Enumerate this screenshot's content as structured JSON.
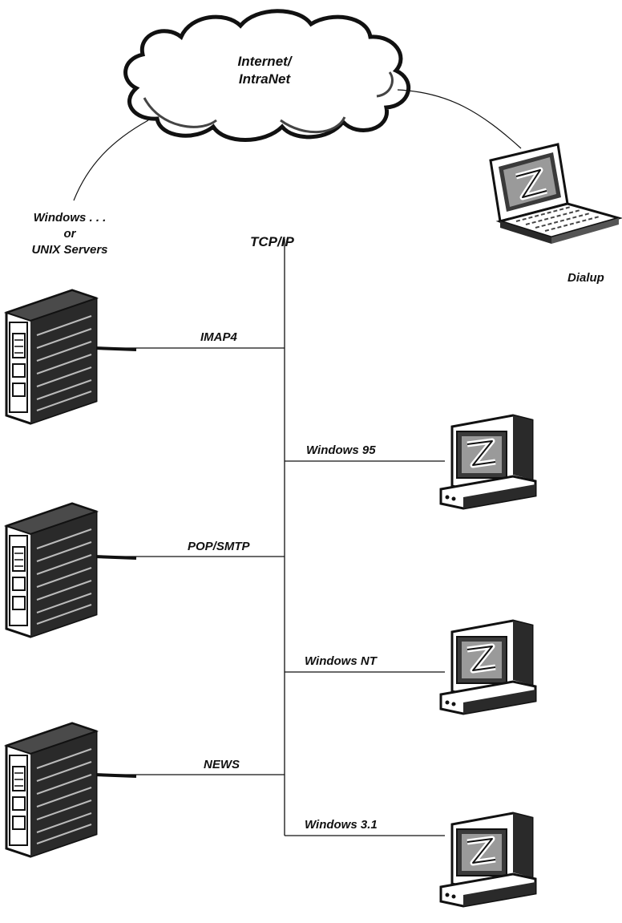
{
  "cloud": {
    "line1": "Internet/",
    "line2": "IntraNet"
  },
  "servers_label": {
    "line1": "Windows . . .",
    "line2": "or",
    "line3": "UNIX Servers"
  },
  "backbone_label": "TCP/IP",
  "dialup_label": "Dialup",
  "protocols": [
    "IMAP4",
    "POP/SMTP",
    "NEWS"
  ],
  "clients": [
    "Windows 95",
    "Windows NT",
    "Windows 3.1"
  ],
  "icons": {
    "cloud": "cloud-icon",
    "laptop": "laptop-icon",
    "server": "server-tower-icon",
    "workstation": "desktop-computer-icon"
  }
}
